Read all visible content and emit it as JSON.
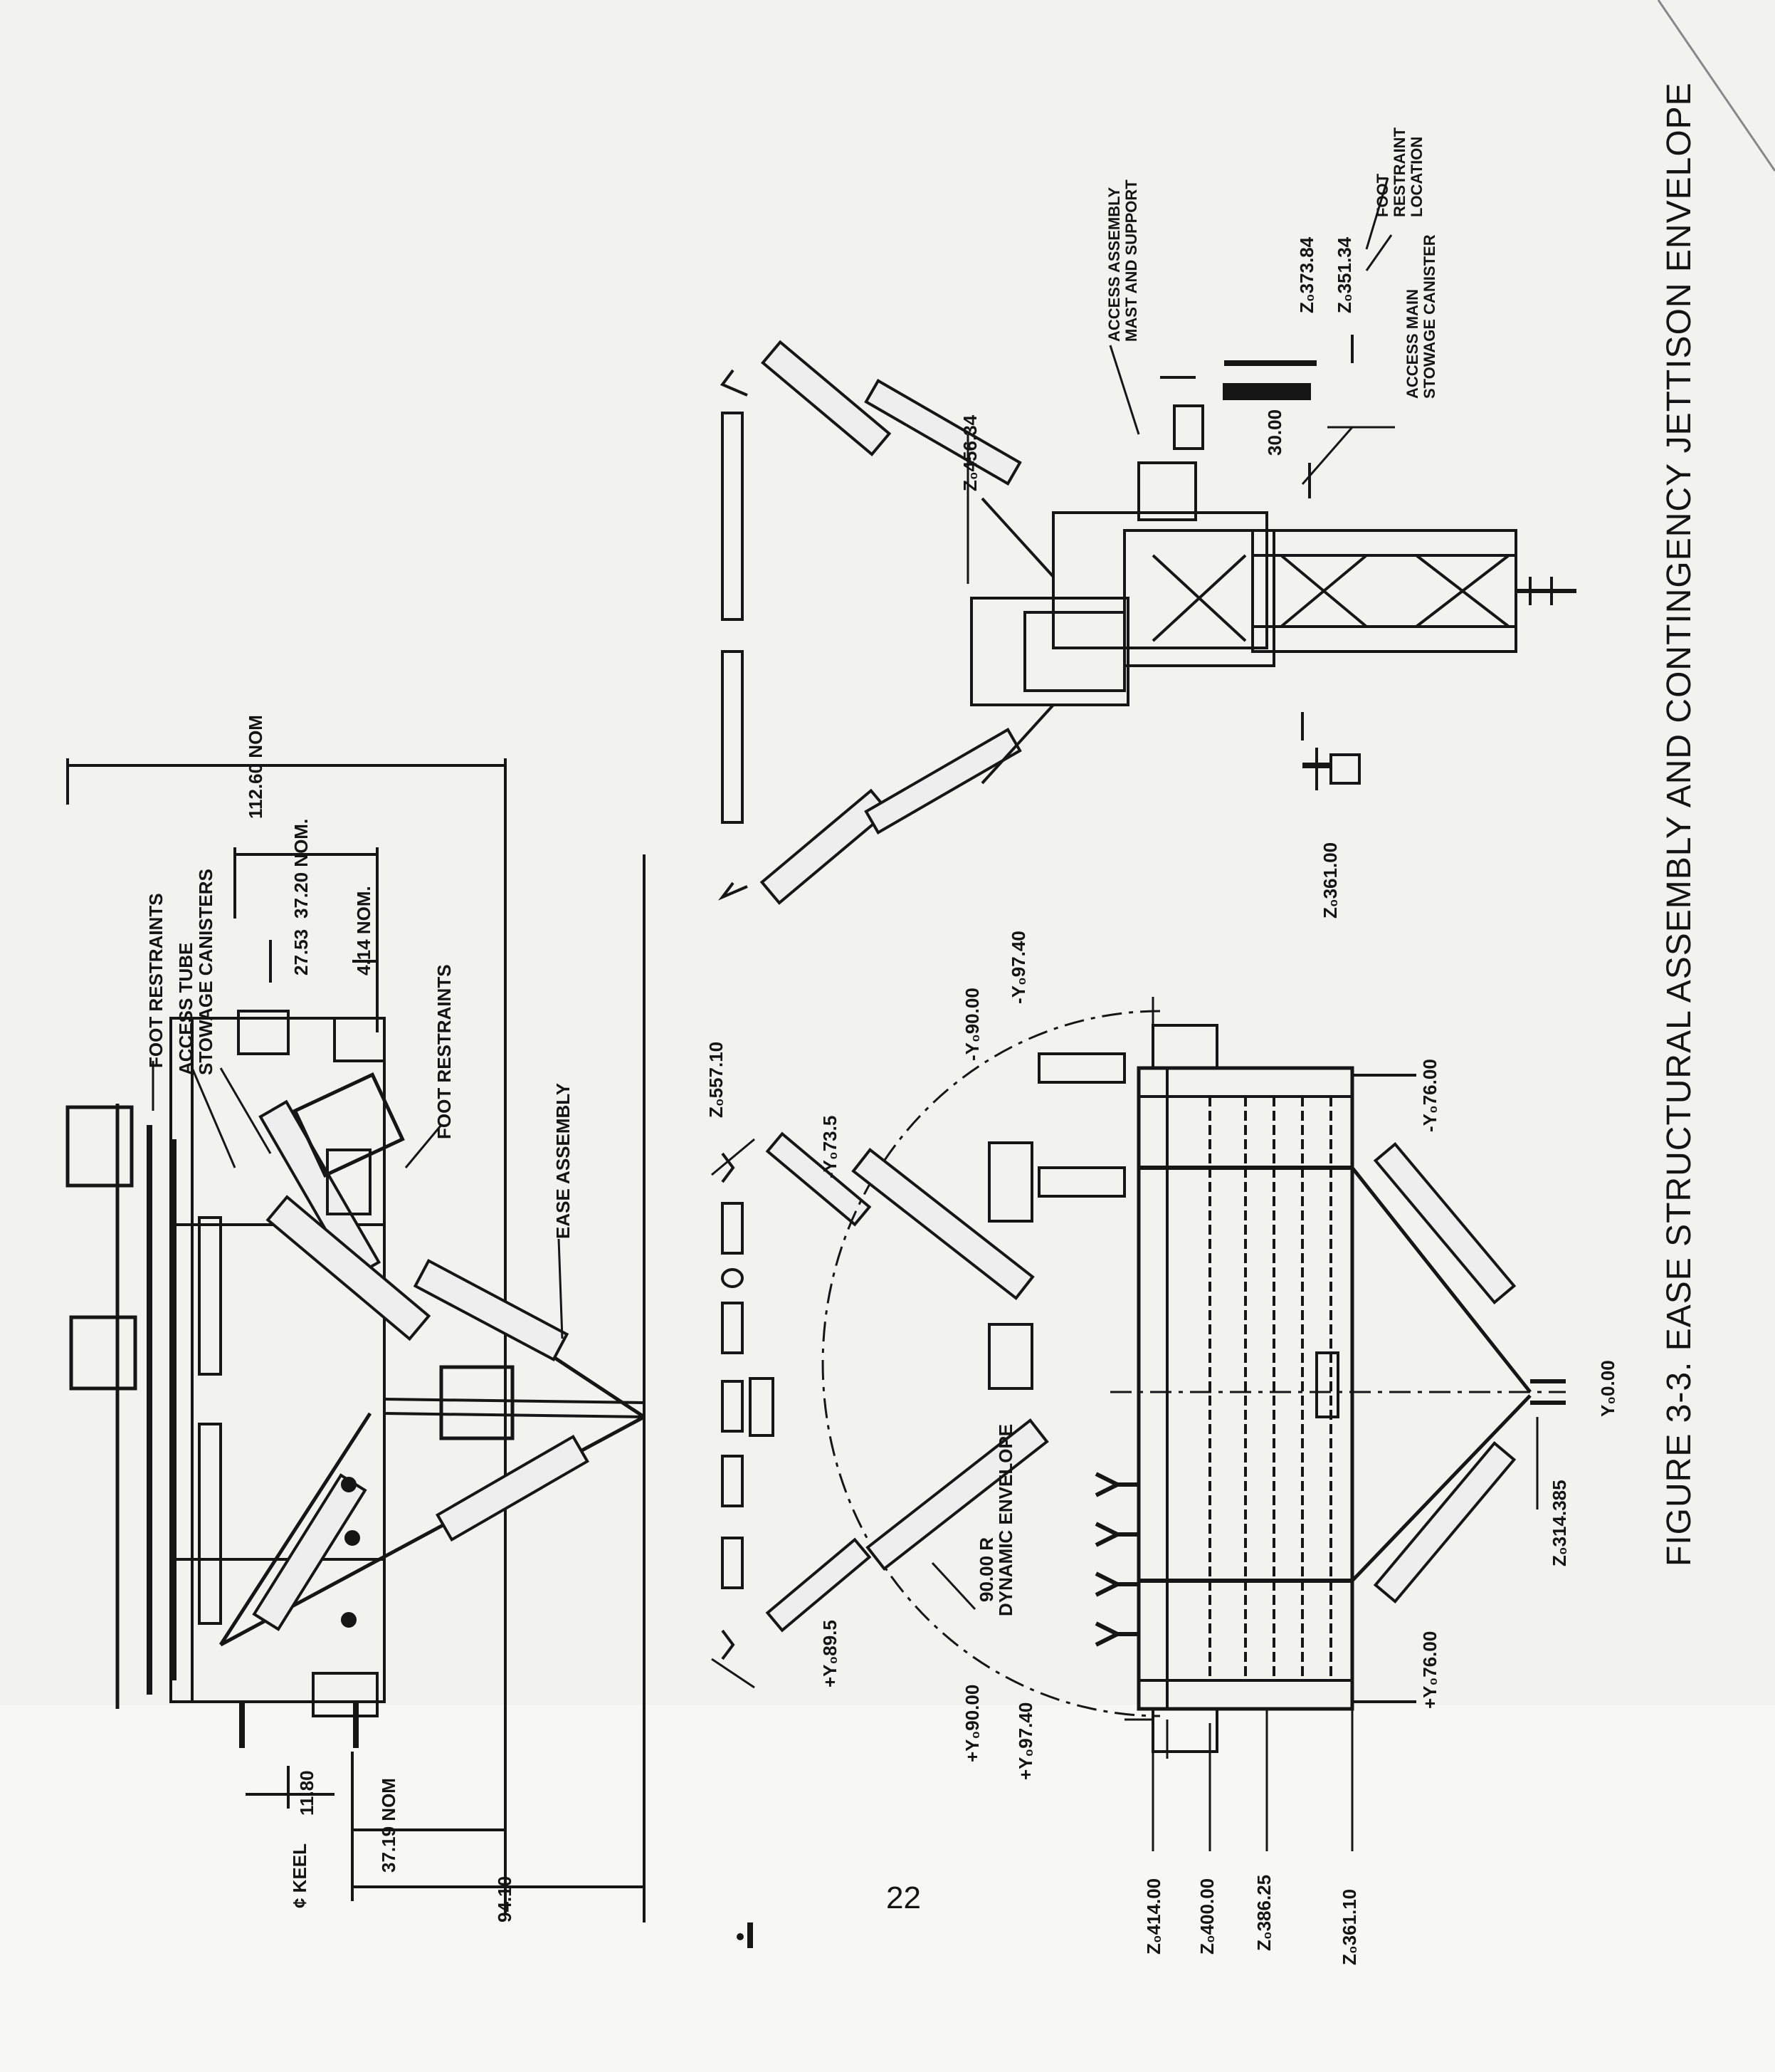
{
  "page": {
    "caption": "FIGURE 3-3.   EASE STRUCTURAL ASSEMBLY AND CONTINGENCY JETTISON ENVELOPE",
    "page_number": "22"
  },
  "side_view": {
    "foot_restraints_top": "FOOT RESTRAINTS",
    "access_tube_canisters": "ACCESS TUBE\nSTOWAGE CANISTERS",
    "foot_restraints_mid": "FOOT RESTRAINTS",
    "ease_assembly": "EASE ASSEMBLY",
    "dim_112_60": "112.60 NOM",
    "dim_37_20": "37.20 NOM.",
    "dim_27_53": "27.53",
    "dim_4_14": "4.14 NOM.",
    "keel": "¢ KEEL",
    "dim_11_80": "11.80",
    "dim_37_19": "37.19 NOM",
    "dim_94_10": "94.10"
  },
  "upper_view": {
    "access_mast": "ACCESS ASSEMBLY\nMAST AND SUPPORT",
    "foot_restraint_location": "FOOT\nRESTRAINT\nLOCATION",
    "access_canister": "ACCESS MAIN\nSTOWAGE CANISTER",
    "z_456": "Z₀456.34",
    "z_373": "Z₀373.84",
    "z_351": "Z₀351.34",
    "dim_30": "30.00",
    "z_361_00": "Z₀361.00"
  },
  "middle_view": {
    "z_557": "Z₀557.10",
    "y_73": "-Y₀73.5",
    "y_89": "+Y₀89.5"
  },
  "front_view": {
    "y_minus_90": "-Y₀90.00",
    "y_minus_97": "-Y₀97.40",
    "y_minus_76": "-Y₀76.00",
    "envelope": "90.00 R\nDYNAMIC ENVELOPE",
    "y_0": "Y₀0.00",
    "z_314": "Z₀314.385",
    "y_plus_90": "+Y₀90.00",
    "y_plus_97": "+Y₀97.40",
    "y_plus_76": "+Y₀76.00",
    "z_414": "Z₀414.00",
    "z_400": "Z₀400.00",
    "z_386": "Z₀386.25",
    "z_361_10": "Z₀361.10"
  }
}
